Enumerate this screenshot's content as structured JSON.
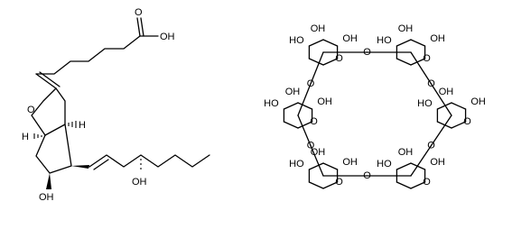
{
  "molecule_left": {
    "labels": {
      "carbonyl_o": "O",
      "acid_oh": "OH",
      "ring_o": "O",
      "h_top": "H",
      "h_left": "H",
      "oh_ring": "OH",
      "oh_chain": "OH"
    }
  },
  "molecule_right": {
    "oh_label": "OH",
    "ho_label": "HO",
    "o_label": "O"
  }
}
